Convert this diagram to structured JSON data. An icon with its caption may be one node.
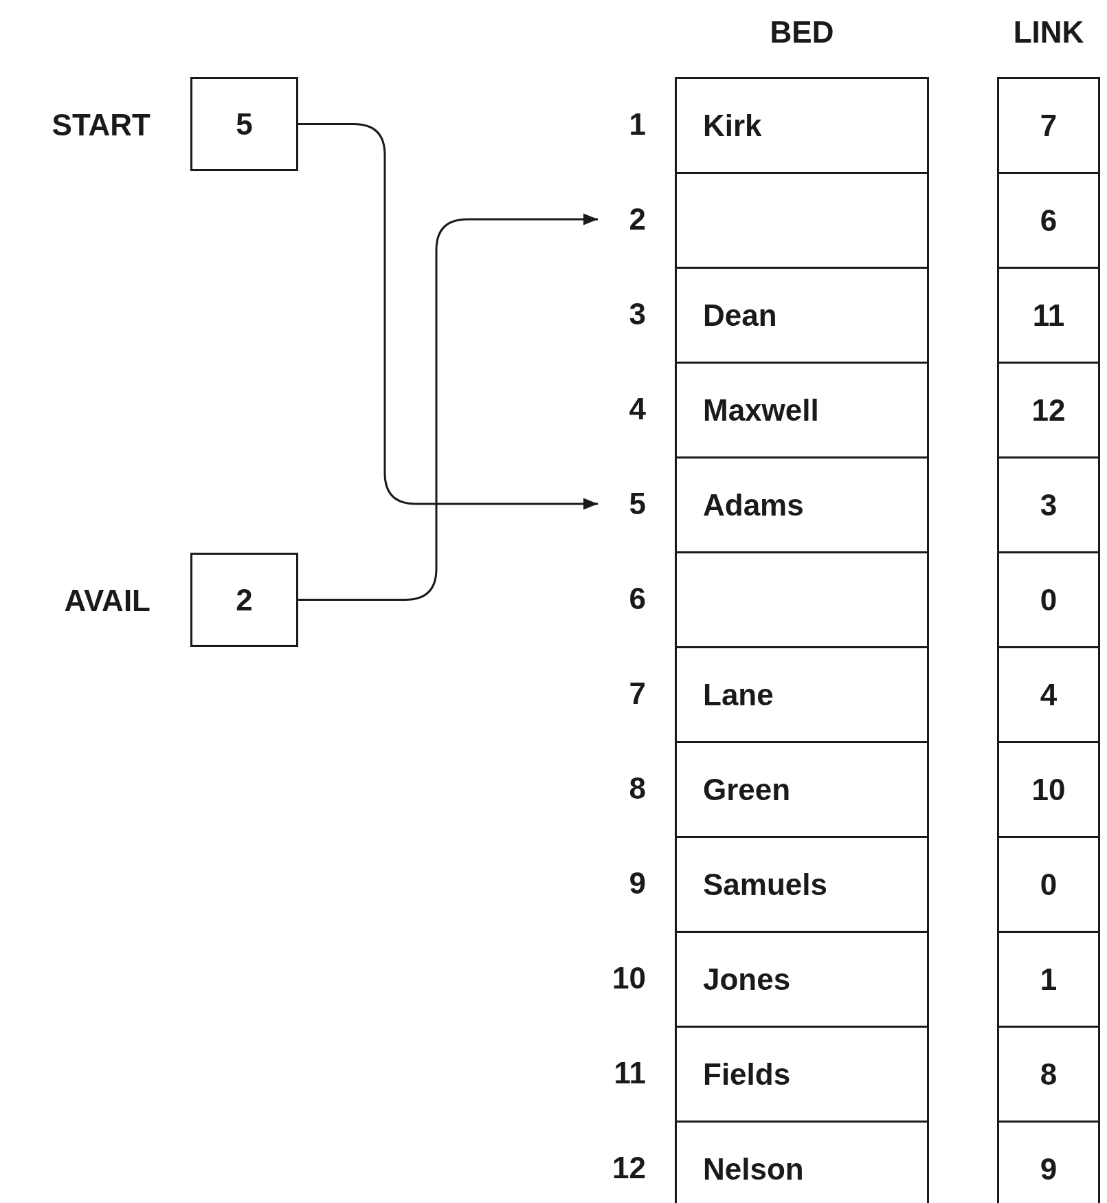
{
  "diagram": {
    "nodes": [
      {
        "text": [
          "5"
        ],
        "beside": [
          "START"
        ]
      },
      {
        "text": [
          "2"
        ],
        "beside": [
          "AVAIL"
        ]
      },
      {
        "text": [
          "1"
        ]
      },
      {
        "text": [
          "Kirk"
        ]
      },
      {
        "text": [
          "7"
        ]
      },
      {
        "text": [
          "2"
        ]
      },
      {
        "text": [],
        "shape": "box"
      },
      {
        "text": [
          "6"
        ]
      },
      {
        "text": [
          "3"
        ]
      },
      {
        "text": [
          "Dean"
        ]
      },
      {
        "text": [
          "11"
        ]
      },
      {
        "text": [
          "4"
        ]
      },
      {
        "text": [
          "Maxwell"
        ]
      },
      {
        "text": [
          "12"
        ]
      },
      {
        "text": [
          "5"
        ]
      },
      {
        "text": [
          "Adams"
        ]
      },
      {
        "text": [
          "3"
        ]
      },
      {
        "text": [
          "6"
        ]
      },
      {
        "text": [],
        "shape": "box"
      },
      {
        "text": [
          "0"
        ]
      },
      {
        "text": [
          "7"
        ]
      },
      {
        "text": [
          "Lane"
        ]
      },
      {
        "text": [
          "4"
        ]
      },
      {
        "text": [
          "8"
        ]
      },
      {
        "text": [
          "Green"
        ]
      },
      {
        "text": [
          "10"
        ]
      },
      {
        "text": [
          "9"
        ]
      },
      {
        "text": [
          "Samuels"
        ]
      },
      {
        "text": [
          "0"
        ]
      },
      {
        "text": [
          "10"
        ]
      },
      {
        "text": [
          "Jones"
        ]
      },
      {
        "text": [
          "1"
        ]
      },
      {
        "text": [
          "11"
        ]
      },
      {
        "text": [
          "Fields"
        ]
      },
      {
        "text": [
          "8"
        ]
      },
      {
        "text": [
          "12"
        ]
      },
      {
        "text": [
          "Nelson"
        ]
      },
      {
        "text": [
          "9"
        ]
      }
    ],
    "edges": [
      {
        "from": 0,
        "to": 14,
        "arrow": "to"
      },
      {
        "from": 1,
        "to": 5,
        "arrow": "to"
      }
    ],
    "labels": [
      "BED",
      "LINK"
    ]
  }
}
